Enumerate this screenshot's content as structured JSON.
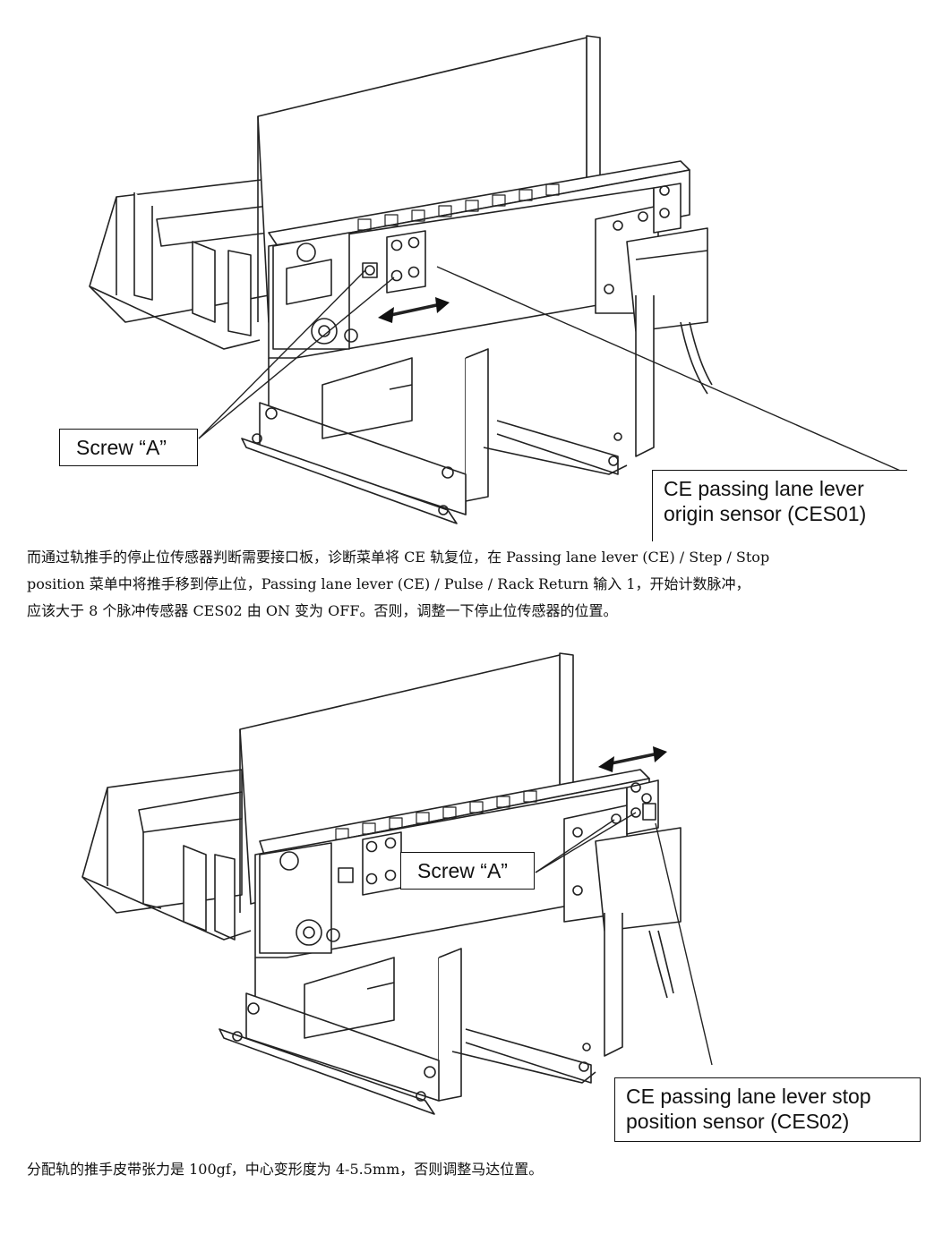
{
  "figure1": {
    "callout_screw": "Screw “A”",
    "callout_sensor_line1": "CE passing lane lever",
    "callout_sensor_line2": "origin sensor (CES01)"
  },
  "paragraph1": {
    "line1": "而通过轨推手的停止位传感器判断需要接口板，诊断菜单将 CE 轨复位，在 Passing lane lever (CE) / Step / Stop",
    "line2": "position 菜单中将推手移到停止位，Passing lane lever (CE) / Pulse / Rack Return 输入 1，开始计数脉冲，",
    "line3": "应该大于 8 个脉冲传感器 CES02 由 ON 变为 OFF。否则，调整一下停止位传感器的位置。"
  },
  "figure2": {
    "callout_screw": "Screw “A”",
    "callout_sensor_line1": "CE passing lane lever stop",
    "callout_sensor_line2": "position sensor (CES02)"
  },
  "paragraph2": {
    "line1": "分配轨的推手皮带张力是 100gf，中心变形度为 4-5.5mm，否则调整马达位置。"
  }
}
